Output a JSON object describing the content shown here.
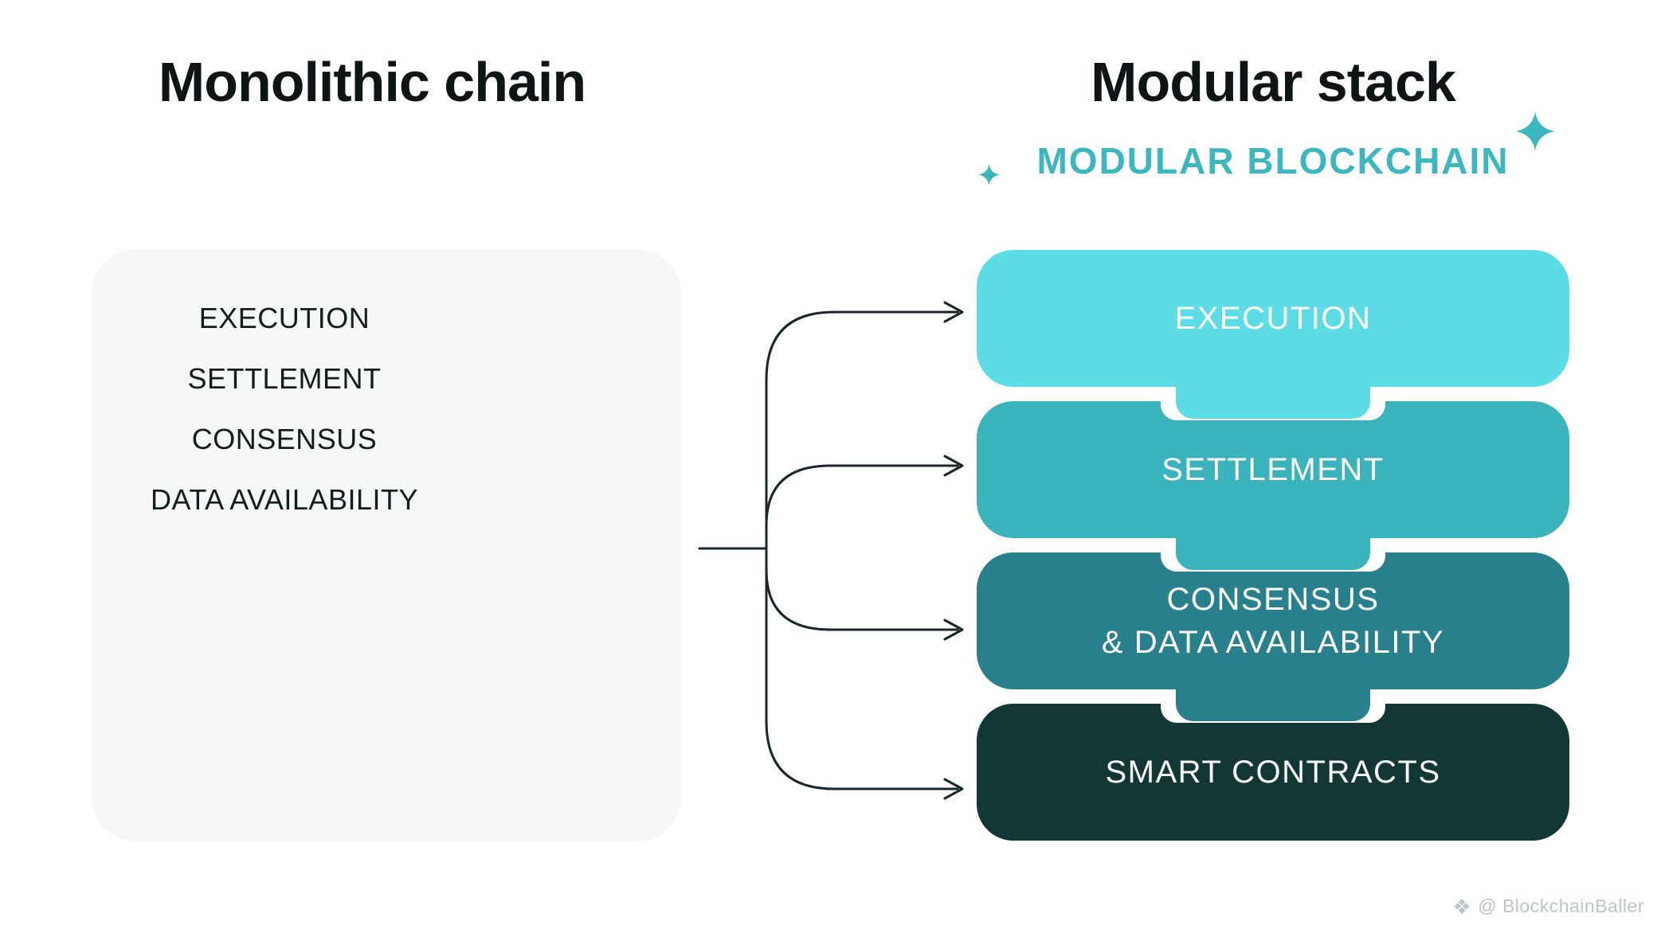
{
  "left_panel": {
    "title": "Monolithic chain",
    "layers": [
      "EXECUTION",
      "SETTLEMENT",
      "CONSENSUS",
      "DATA AVAILABILITY"
    ]
  },
  "right_panel": {
    "title": "Modular stack",
    "badge": "MODULAR BLOCKCHAIN",
    "layers": [
      {
        "label_lines": [
          "EXECUTION"
        ],
        "color": "#5cdde6"
      },
      {
        "label_lines": [
          "SETTLEMENT"
        ],
        "color": "#3ab3bc"
      },
      {
        "label_lines": [
          "CONSENSUS",
          "& DATA AVAILABILITY"
        ],
        "color": "#27808b"
      },
      {
        "label_lines": [
          "SMART CONTRACTS"
        ],
        "color": "#123734"
      }
    ]
  },
  "watermark": {
    "icon": "gem-logo-icon",
    "glyph": "❖",
    "handle": "@ BlockchainBaller"
  },
  "colors": {
    "accent_teal": "#3cb7c0",
    "arrow": "#18272b",
    "panel_bg": "#f6f7f7",
    "title_text": "#0e1517",
    "box_text": "#ffffff",
    "watermark_text": "#b9c6c9"
  }
}
